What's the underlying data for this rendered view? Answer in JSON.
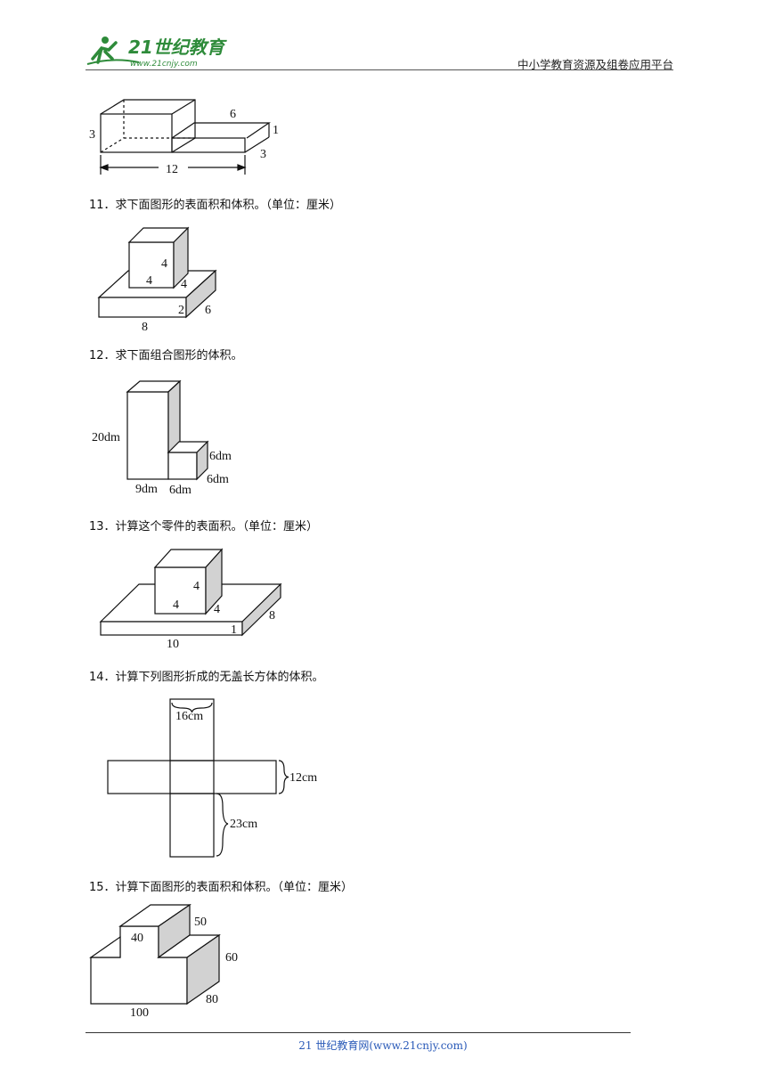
{
  "header": {
    "logo_text": "21世纪教育",
    "logo_url_text": "www.21cnjy.com",
    "right_text": "中小学教育资源及组卷应用平台"
  },
  "figure10": {
    "dims": [
      "3",
      "6",
      "1",
      "3",
      "12"
    ]
  },
  "q11": {
    "text": "11．求下面图形的表面积和体积。（单位：厘米）",
    "dims": [
      "4",
      "4",
      "4",
      "2",
      "6",
      "8"
    ]
  },
  "q12": {
    "text": "12．求下面组合图形的体积。",
    "dims": [
      "20dm",
      "6dm",
      "6dm",
      "9dm",
      "6dm"
    ]
  },
  "q13": {
    "text": "13．计算这个零件的表面积。（单位：厘米）",
    "dims": [
      "4",
      "4",
      "4",
      "8",
      "1",
      "10"
    ]
  },
  "q14": {
    "text": "14．计算下列图形折成的无盖长方体的体积。",
    "dims": [
      "16cm",
      "12cm",
      "23cm"
    ]
  },
  "q15": {
    "text": "15．计算下面图形的表面积和体积。（单位：厘米）",
    "dims": [
      "50",
      "40",
      "60",
      "80",
      "100"
    ]
  },
  "footer": {
    "text": "21 世纪教育网(www.21cnjy.com)"
  }
}
